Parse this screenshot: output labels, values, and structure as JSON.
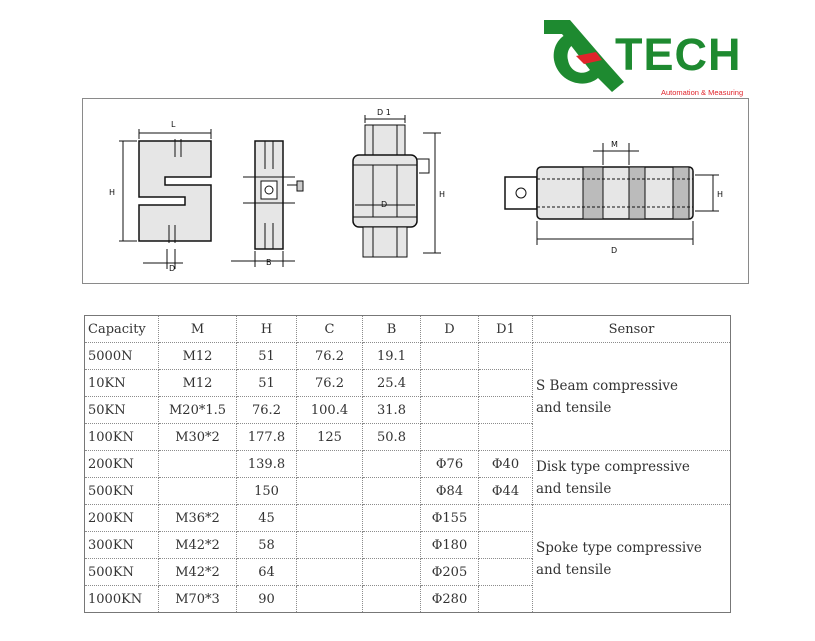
{
  "logo": {
    "word": "TECH",
    "tagline": "Automation & Measuring",
    "colors": {
      "green": "#1e8a30",
      "red": "#e0242b"
    }
  },
  "drawing": {
    "labels": {
      "L": "L",
      "H": "H",
      "D": "D",
      "B": "B",
      "D1": "D 1",
      "M": "M"
    }
  },
  "table": {
    "headers": [
      "Capacity",
      "M",
      "H",
      "C",
      "B",
      "D",
      "D1",
      "Sensor"
    ],
    "rows": [
      [
        "5000N",
        "M12",
        "51",
        "76.2",
        "19.1",
        "",
        ""
      ],
      [
        "10KN",
        "M12",
        "51",
        "76.2",
        "25.4",
        "",
        ""
      ],
      [
        "50KN",
        "M20*1.5",
        "76.2",
        "100.4",
        "31.8",
        "",
        ""
      ],
      [
        "100KN",
        "M30*2",
        "177.8",
        "125",
        "50.8",
        "",
        ""
      ],
      [
        "200KN",
        "",
        "139.8",
        "",
        "",
        "Φ76",
        "Φ40"
      ],
      [
        "500KN",
        "",
        "150",
        "",
        "",
        "Φ84",
        "Φ44"
      ],
      [
        "200KN",
        "M36*2",
        "45",
        "",
        "",
        "Φ155",
        ""
      ],
      [
        "300KN",
        "M42*2",
        "58",
        "",
        "",
        "Φ180",
        ""
      ],
      [
        "500KN",
        "M42*2",
        "64",
        "",
        "",
        "Φ205",
        ""
      ],
      [
        "1000KN",
        "M70*3",
        "90",
        "",
        "",
        "Φ280",
        ""
      ]
    ],
    "sensors": [
      {
        "line1": "S Beam compressive",
        "line2": "and tensile"
      },
      {
        "line1": "Disk type compressive",
        "line2": "and tensile"
      },
      {
        "line1": "Spoke type compressive",
        "line2": "and tensile"
      }
    ]
  }
}
